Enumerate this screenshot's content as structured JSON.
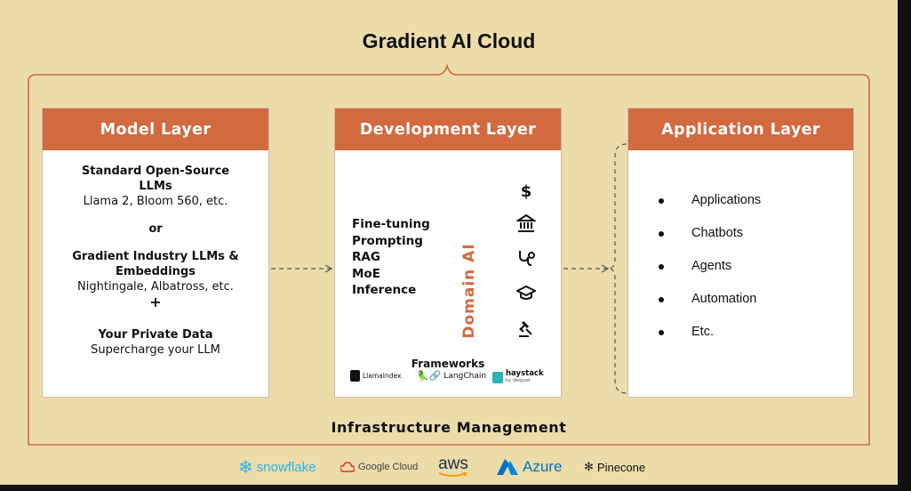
{
  "title": "Gradient AI Cloud",
  "model_layer": {
    "header": "Model Layer",
    "standard_title_1": "Standard Open-Source",
    "standard_title_2": "LLMs",
    "standard_examples": "Llama 2, Bloom 560, etc.",
    "or_text": "or",
    "gradient_title_1": "Gradient Industry LLMs &",
    "gradient_title_2": "Embeddings",
    "gradient_examples": "Nightingale, Albatross, etc.",
    "plus_text": "+",
    "private_title": "Your Private Data",
    "private_subtitle": "Supercharge your LLM"
  },
  "development_layer": {
    "header": "Development Layer",
    "items": [
      "Fine-tuning",
      "Prompting",
      "RAG",
      "MoE",
      "Inference"
    ],
    "domain_label": "Domain AI",
    "domain_icons": [
      "dollar-icon",
      "bank-icon",
      "stethoscope-icon",
      "graduation-cap-icon",
      "gavel-icon"
    ],
    "frameworks_label": "Frameworks",
    "frameworks": [
      "LlamaIndex",
      "LangChain",
      "haystack"
    ],
    "haystack_sub": "by deepset"
  },
  "application_layer": {
    "header": "Application Layer",
    "items": [
      "Applications",
      "Chatbots",
      "Agents",
      "Automation",
      "Etc."
    ]
  },
  "infrastructure_label": "Infrastructure Management",
  "partners": [
    "snowflake",
    "Google Cloud",
    "aws",
    "Azure",
    "Pinecone"
  ],
  "colors": {
    "background": "#ecdcaa",
    "accent": "#d2693f",
    "card": "#ffffff",
    "text": "#111111"
  }
}
